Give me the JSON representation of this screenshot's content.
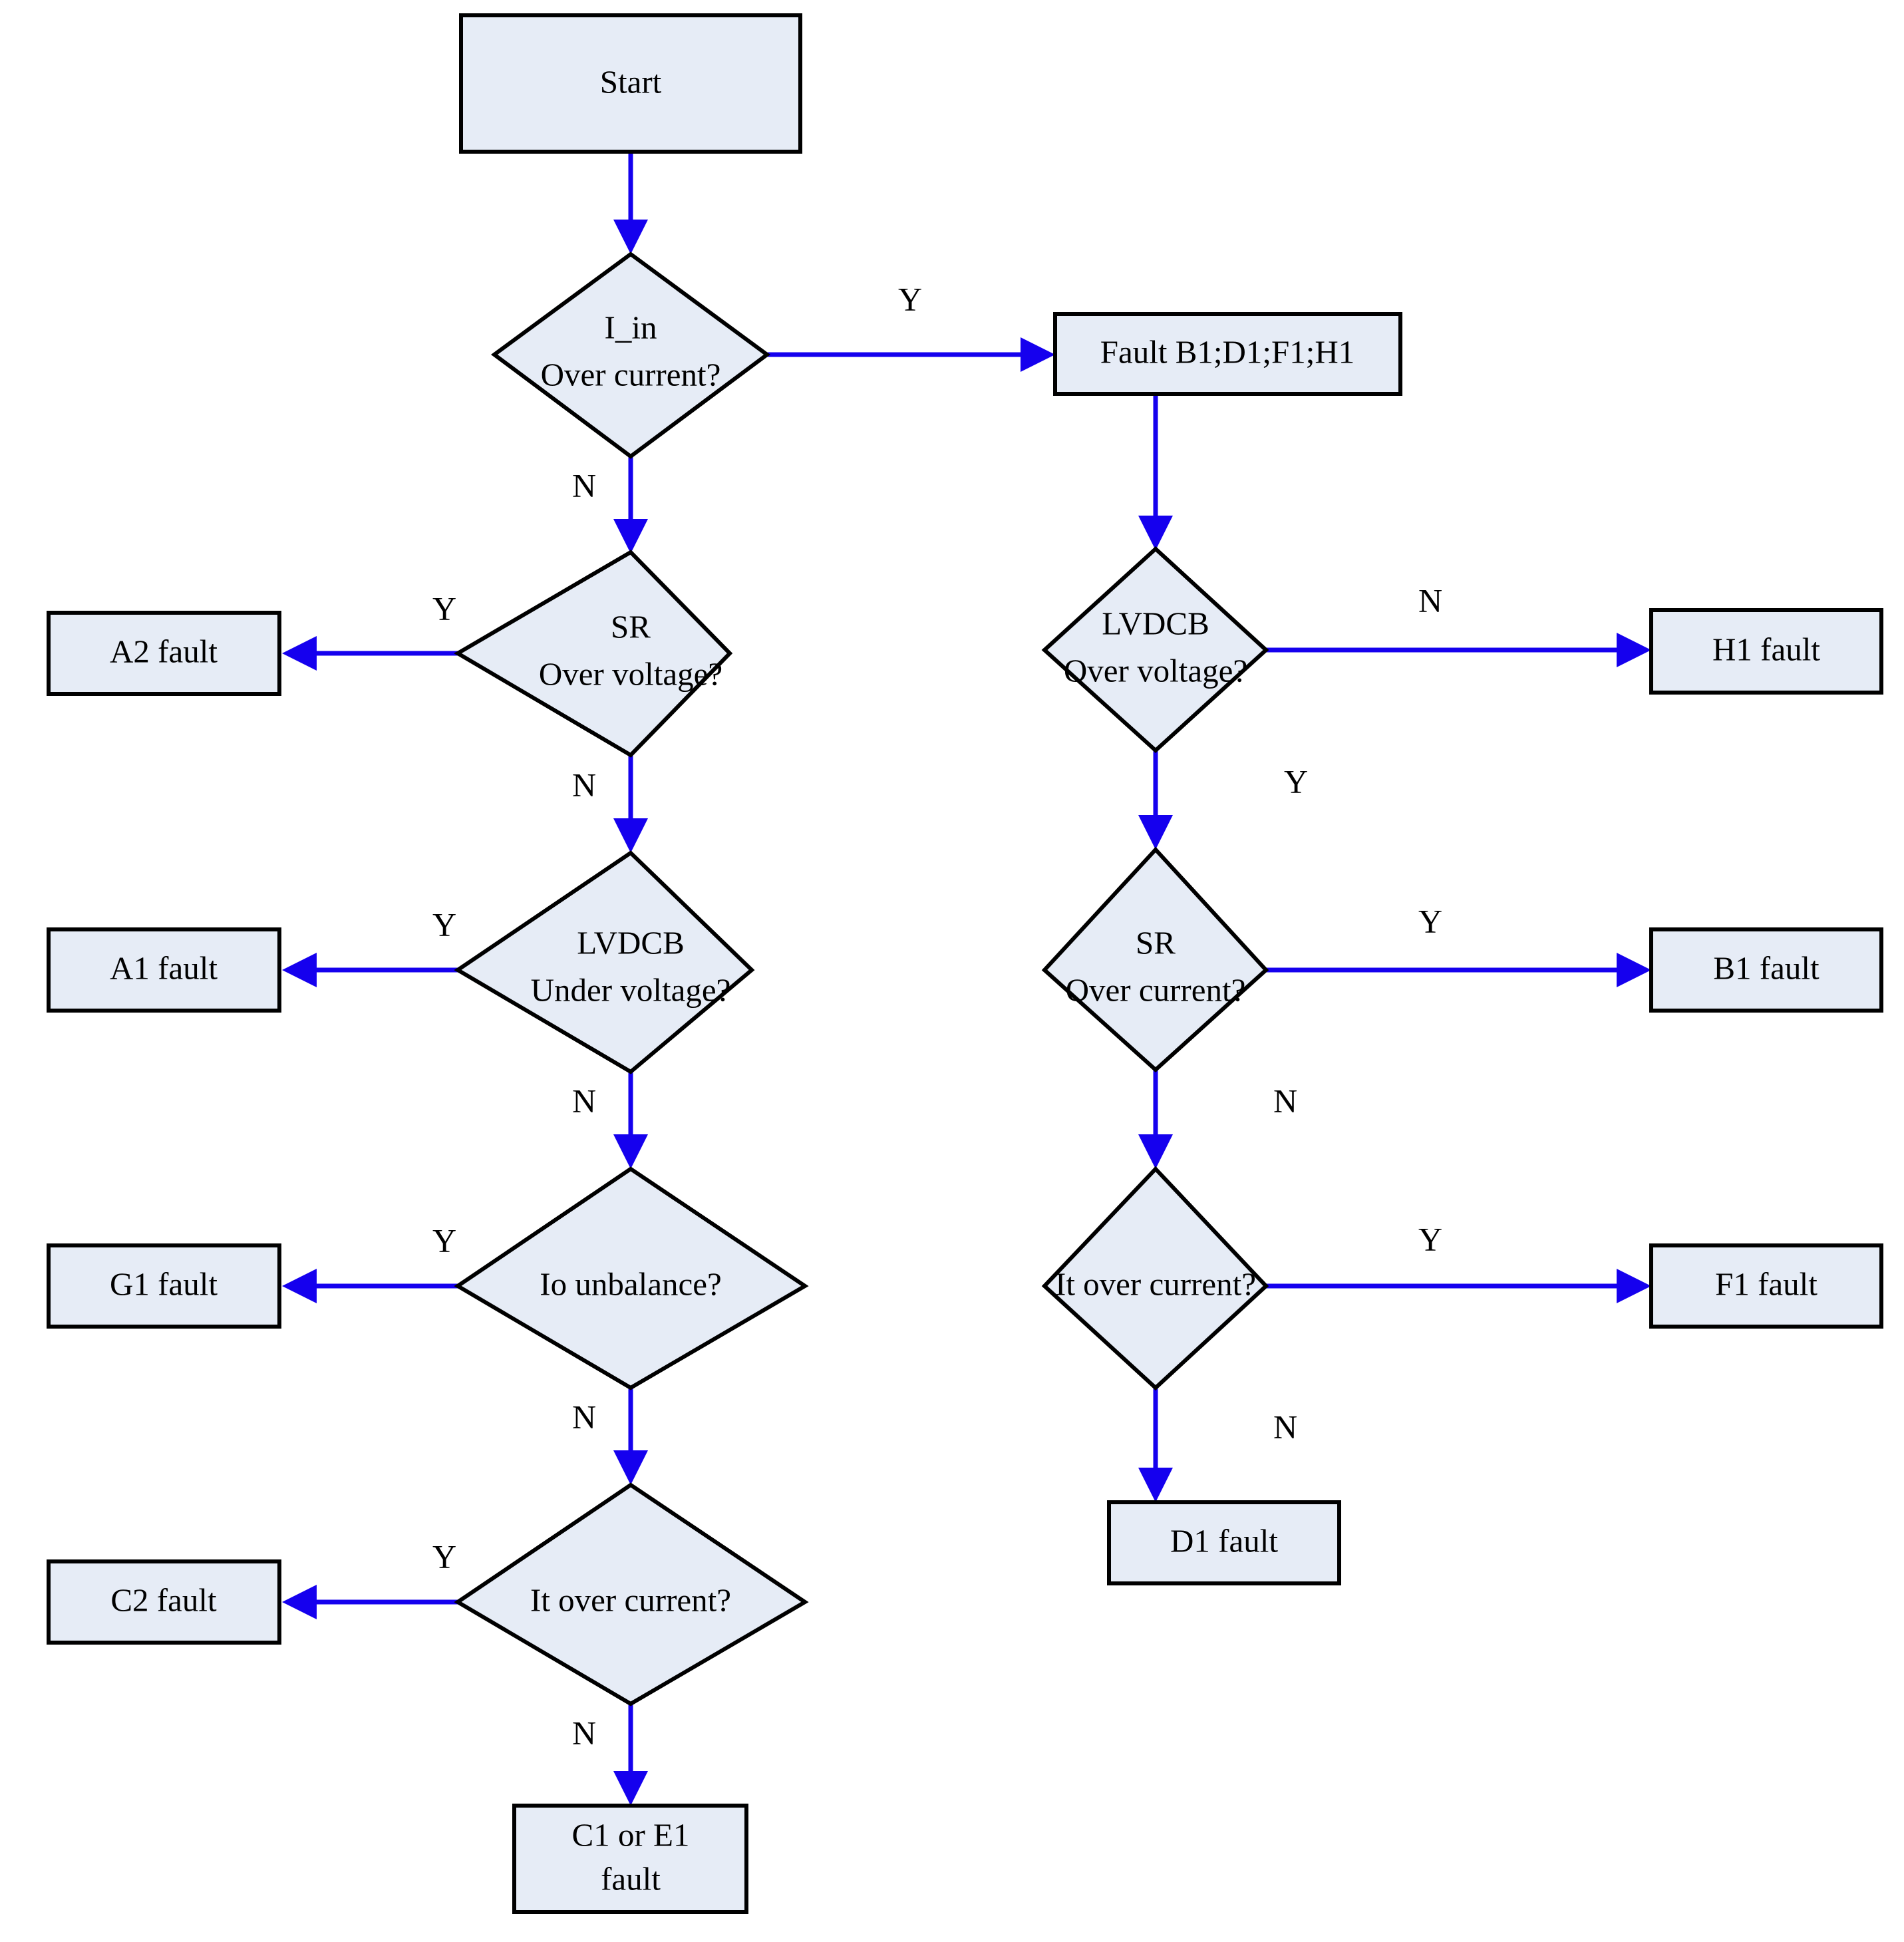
{
  "diagram": {
    "title": "Fault diagnosis flowchart",
    "type": "flowchart",
    "colors": {
      "node_fill": "#e6ecf6",
      "node_stroke": "#000000",
      "edge": "#1500ee",
      "text": "#000000",
      "background": "#ffffff"
    },
    "nodes": [
      {
        "id": "start",
        "shape": "process",
        "line1": "Start",
        "line2": ""
      },
      {
        "id": "iin",
        "shape": "decision",
        "line1": "I_in",
        "line2": "Over current?"
      },
      {
        "id": "fault_multi",
        "shape": "process",
        "line1": "Fault B1;D1;F1;H1",
        "line2": ""
      },
      {
        "id": "sr_ov",
        "shape": "decision",
        "line1": "SR",
        "line2": "Over voltage?"
      },
      {
        "id": "a2",
        "shape": "process",
        "line1": "A2 fault",
        "line2": ""
      },
      {
        "id": "lvdcb_ov",
        "shape": "decision",
        "line1": "LVDCB",
        "line2": "Over voltage?"
      },
      {
        "id": "h1",
        "shape": "process",
        "line1": "H1 fault",
        "line2": ""
      },
      {
        "id": "lvdcb_uv",
        "shape": "decision",
        "line1": "LVDCB",
        "line2": "Under voltage?"
      },
      {
        "id": "a1",
        "shape": "process",
        "line1": "A1 fault",
        "line2": ""
      },
      {
        "id": "sr_oc",
        "shape": "decision",
        "line1": "SR",
        "line2": "Over current?"
      },
      {
        "id": "b1",
        "shape": "process",
        "line1": "B1 fault",
        "line2": ""
      },
      {
        "id": "io_unb",
        "shape": "decision",
        "line1": "Io unbalance?",
        "line2": ""
      },
      {
        "id": "g1",
        "shape": "process",
        "line1": "G1 fault",
        "line2": ""
      },
      {
        "id": "it_oc_right",
        "shape": "decision",
        "line1": "It over current?",
        "line2": ""
      },
      {
        "id": "f1",
        "shape": "process",
        "line1": "F1 fault",
        "line2": ""
      },
      {
        "id": "it_oc_left",
        "shape": "decision",
        "line1": "It over current?",
        "line2": ""
      },
      {
        "id": "c2",
        "shape": "process",
        "line1": "C2 fault",
        "line2": ""
      },
      {
        "id": "d1",
        "shape": "process",
        "line1": "D1 fault",
        "line2": ""
      },
      {
        "id": "c1e1",
        "shape": "process",
        "line1": "C1 or E1",
        "line2": "fault"
      }
    ],
    "edges": [
      {
        "id": "e_start_iin",
        "from": "start",
        "to": "iin",
        "label": ""
      },
      {
        "id": "e_iin_y",
        "from": "iin",
        "to": "fault_multi",
        "label": "Y"
      },
      {
        "id": "e_iin_n",
        "from": "iin",
        "to": "sr_ov",
        "label": "N"
      },
      {
        "id": "e_srov_y",
        "from": "sr_ov",
        "to": "a2",
        "label": "Y"
      },
      {
        "id": "e_srov_n",
        "from": "sr_ov",
        "to": "lvdcb_uv",
        "label": "N"
      },
      {
        "id": "e_lvdcbuv_y",
        "from": "lvdcb_uv",
        "to": "a1",
        "label": "Y"
      },
      {
        "id": "e_lvdcbuv_n",
        "from": "lvdcb_uv",
        "to": "io_unb",
        "label": "N"
      },
      {
        "id": "e_iounb_y",
        "from": "io_unb",
        "to": "g1",
        "label": "Y"
      },
      {
        "id": "e_iounb_n",
        "from": "io_unb",
        "to": "it_oc_left",
        "label": "N"
      },
      {
        "id": "e_itocleft_y",
        "from": "it_oc_left",
        "to": "c2",
        "label": "Y"
      },
      {
        "id": "e_itocleft_n",
        "from": "it_oc_left",
        "to": "c1e1",
        "label": "N"
      },
      {
        "id": "e_multi_lvdcbov",
        "from": "fault_multi",
        "to": "lvdcb_ov",
        "label": ""
      },
      {
        "id": "e_lvdcbov_n",
        "from": "lvdcb_ov",
        "to": "h1",
        "label": "N"
      },
      {
        "id": "e_lvdcbov_y",
        "from": "lvdcb_ov",
        "to": "sr_oc",
        "label": "Y"
      },
      {
        "id": "e_sroc_y",
        "from": "sr_oc",
        "to": "b1",
        "label": "Y"
      },
      {
        "id": "e_sroc_n",
        "from": "sr_oc",
        "to": "it_oc_right",
        "label": "N"
      },
      {
        "id": "e_itocright_y",
        "from": "it_oc_right",
        "to": "f1",
        "label": "Y"
      },
      {
        "id": "e_itocright_n",
        "from": "it_oc_right",
        "to": "d1",
        "label": "N"
      }
    ]
  }
}
